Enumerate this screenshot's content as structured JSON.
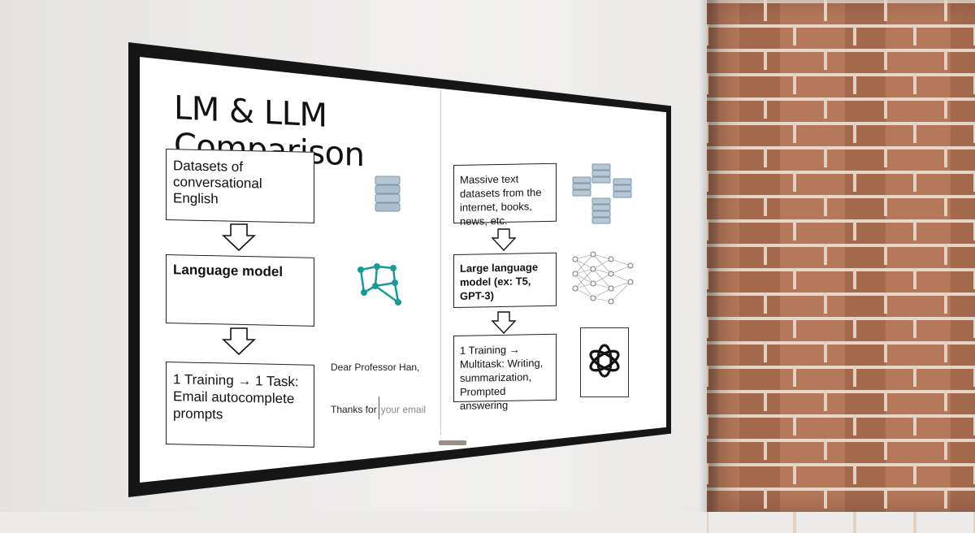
{
  "slide": {
    "title": "LM & LLM Comparison",
    "left": {
      "box1": "Datasets of conversational English",
      "box2": "Language model",
      "box3": "1 Training → 1 Task: Email autocomplete prompts"
    },
    "right": {
      "box1": "Massive text datasets from the internet, books, news, etc.",
      "box2": "Large language model (ex: T5, GPT-3)",
      "box3": "1 Training → Multitask: Writing, summarization, Prompted answering"
    },
    "email": {
      "greeting": "Dear Professor Han,",
      "typed": "Thanks for",
      "suggestion": "your email"
    }
  },
  "icons": {
    "dataset": "server-stack-icon",
    "datasets": "server-cluster-icon",
    "network": "node-graph-icon",
    "neural_net": "neural-network-icon",
    "openai": "openai-logo-icon"
  },
  "colors": {
    "teal": "#1a9a94",
    "server": "#9cb3c2"
  }
}
